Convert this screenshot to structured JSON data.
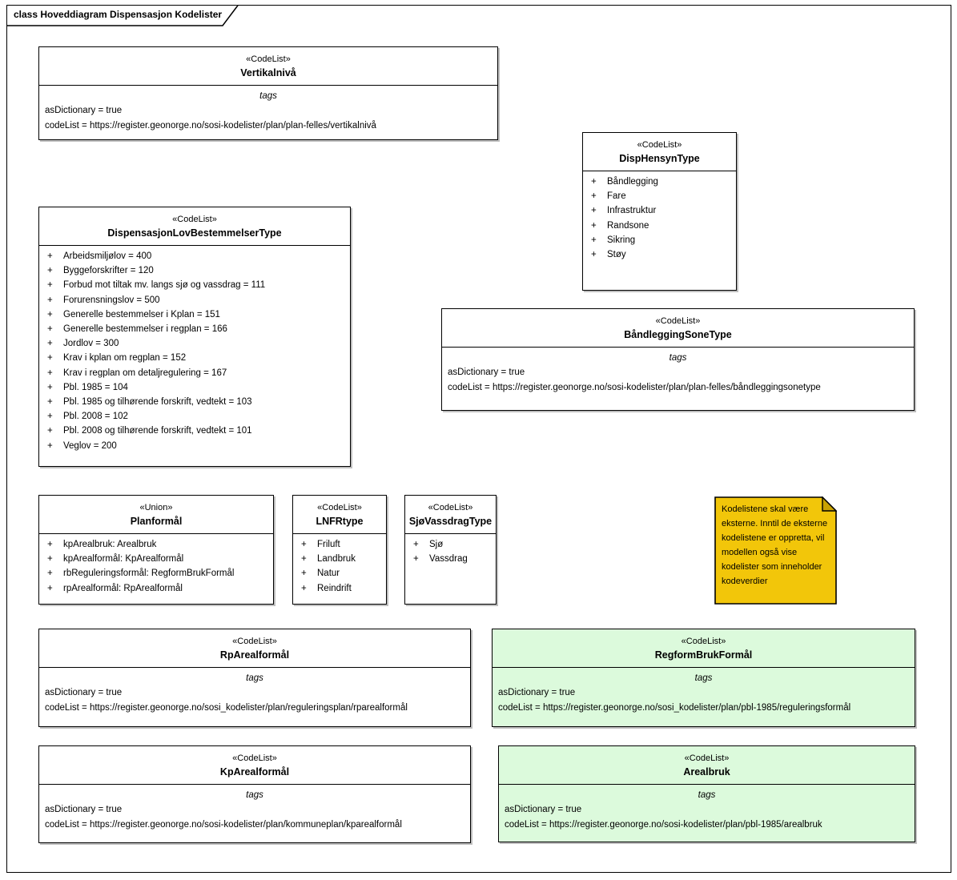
{
  "frame": {
    "title": "class Hoveddiagram Dispensasjon Kodelister"
  },
  "labels": {
    "tags": "tags",
    "plus": "+"
  },
  "colors": {
    "box_white_fill": "#ffffff",
    "box_green_fill": "#dcfadc",
    "note_fill": "#f2c60a",
    "note_fold_fill": "#c9a203",
    "border": "#000000"
  },
  "boxes": {
    "vertikalniva": {
      "stereotype": "«CodeList»",
      "name": "Vertikalnivå",
      "tags": [
        "asDictionary = true",
        "codeList = https://register.geonorge.no/sosi-kodelister/plan/plan-felles/vertikalnivå"
      ]
    },
    "disphensyn": {
      "stereotype": "«CodeList»",
      "name": "DispHensynType",
      "items": [
        "Båndlegging",
        "Fare",
        "Infrastruktur",
        "Randsone",
        "Sikring",
        "Støy"
      ]
    },
    "displov": {
      "stereotype": "«CodeList»",
      "name": "DispensasjonLovBestemmelserType",
      "items": [
        "Arbeidsmiljølov = 400",
        "Byggeforskrifter = 120",
        "Forbud mot tiltak mv. langs sjø og vassdrag = 111",
        "Forurensningslov = 500",
        "Generelle bestemmelser i Kplan = 151",
        "Generelle bestemmelser i regplan = 166",
        "Jordlov = 300",
        "Krav i kplan om regplan = 152",
        "Krav i regplan om detaljregulering = 167",
        "Pbl. 1985 = 104",
        "Pbl. 1985 og tilhørende forskrift, vedtekt = 103",
        "Pbl. 2008 = 102",
        "Pbl. 2008 og tilhørende forskrift, vedtekt = 101",
        "Veglov = 200"
      ]
    },
    "bandlegging": {
      "stereotype": "«CodeList»",
      "name": "BåndleggingSoneType",
      "tags": [
        "asDictionary = true",
        "codeList = https://register.geonorge.no/sosi-kodelister/plan/plan-felles/båndleggingsonetype"
      ]
    },
    "planformal": {
      "stereotype": "«Union»",
      "name": "Planformål",
      "items": [
        "kpArealbruk: Arealbruk",
        "kpArealformål: KpArealformål",
        "rbReguleringsformål: RegformBrukFormål",
        "rpArealformål: RpArealformål"
      ]
    },
    "lnfr": {
      "stereotype": "«CodeList»",
      "name": "LNFRtype",
      "items": [
        "Friluft",
        "Landbruk",
        "Natur",
        "Reindrift"
      ]
    },
    "sjovassdrag": {
      "stereotype": "«CodeList»",
      "name": "SjøVassdragType",
      "items": [
        "Sjø",
        "Vassdrag"
      ]
    },
    "rpareal": {
      "stereotype": "«CodeList»",
      "name": "RpArealformål",
      "tags": [
        "asDictionary = true",
        "codeList = https://register.geonorge.no/sosi_kodelister/plan/reguleringsplan/rparealformål"
      ]
    },
    "regform": {
      "stereotype": "«CodeList»",
      "name": "RegformBrukFormål",
      "tags": [
        "asDictionary = true",
        "codeList = https://register.geonorge.no/sosi_kodelister/plan/pbl-1985/reguleringsformål"
      ]
    },
    "kpareal": {
      "stereotype": "«CodeList»",
      "name": "KpArealformål",
      "tags": [
        "asDictionary = true",
        "codeList = https://register.geonorge.no/sosi-kodelister/plan/kommuneplan/kparealformål"
      ]
    },
    "arealbruk": {
      "stereotype": "«CodeList»",
      "name": "Arealbruk",
      "tags": [
        "asDictionary = true",
        "codeList = https://register.geonorge.no/sosi-kodelister/plan/pbl-1985/arealbruk"
      ]
    }
  },
  "note": {
    "text": "Kodelistene skal være eksterne. Inntil de eksterne kodelistene er oppretta, vil modellen også vise kodelister som inneholder kodeverdier"
  }
}
